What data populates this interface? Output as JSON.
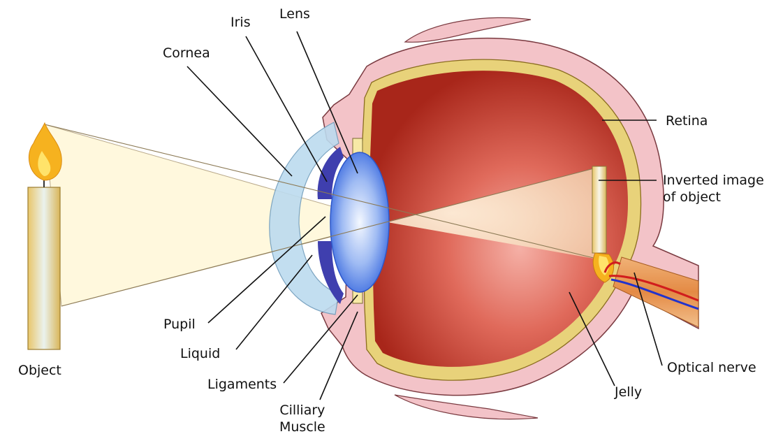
{
  "labels": {
    "lens": "Lens",
    "iris": "Iris",
    "cornea": "Cornea",
    "retina": "Retina",
    "inverted_image": "Inverted image\nof object",
    "pupil": "Pupil",
    "liquid": "Liquid",
    "ligaments": "Ligaments",
    "ciliary_muscle": "Cilliary\nMuscle",
    "object": "Object",
    "optical_nerve": "Optical nerve",
    "jelly": "Jelly"
  },
  "colors": {
    "sclera": "#f3c3c8",
    "sclera_edge": "#7a3a40",
    "choroid": "#e8d27a",
    "vitreous_inner": "#ee8f85",
    "vitreous_outer": "#a8261a",
    "cornea": "#bcdbef",
    "iris": "#3f3fae",
    "lens": "#7aa2f0",
    "light_cone": "#fff8dd",
    "candle": "#f2d98a",
    "flame_outer": "#f6b21f",
    "flame_inner": "#ffe36a",
    "nerve": "#e79a55",
    "artery": "#d11d1d",
    "vein": "#2233cc"
  }
}
